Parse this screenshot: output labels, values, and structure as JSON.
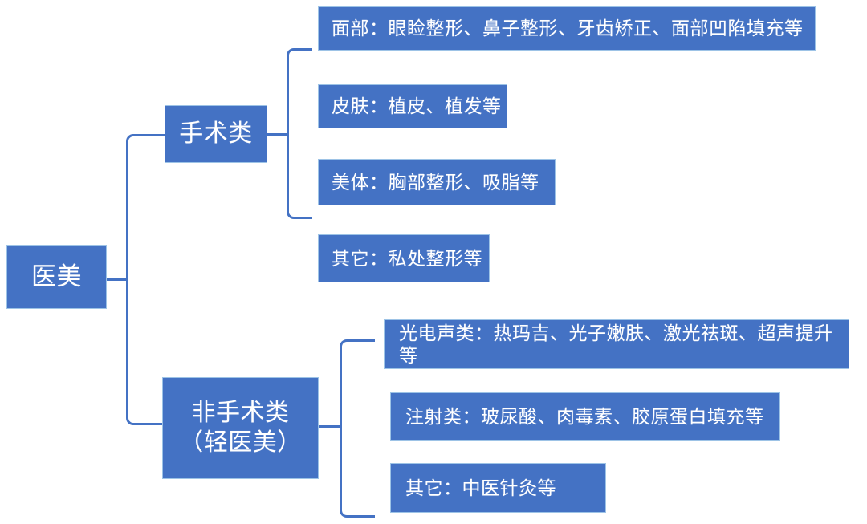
{
  "diagram": {
    "title_root": "医美",
    "branches": [
      {
        "id": "surgical",
        "label": "手术类",
        "children": [
          {
            "id": "face",
            "label": "面部：眼睑整形、鼻子整形、牙齿矫正、面部凹陷填充等"
          },
          {
            "id": "skin",
            "label": "皮肤：植皮、植发等"
          },
          {
            "id": "body",
            "label": "美体：胸部整形、吸脂等"
          },
          {
            "id": "other-surgical",
            "label": "其它：私处整形等"
          }
        ]
      },
      {
        "id": "non-surgical",
        "label": "非手术类\n（轻医美）",
        "children": [
          {
            "id": "photoelectric-acoustic",
            "label": "光电声类：热玛吉、光子嫩肤、激光祛斑、超声提升等"
          },
          {
            "id": "injection",
            "label": "注射类：玻尿酸、肉毒素、胶原蛋白填充等"
          },
          {
            "id": "other-non-surgical",
            "label": "其它：中医针灸等"
          }
        ]
      }
    ],
    "colors": {
      "node_fill": "#4472c4",
      "node_border": "#9dc3e6",
      "connector": "#4472c4",
      "text": "#ffffff",
      "background": "#ffffff"
    }
  }
}
